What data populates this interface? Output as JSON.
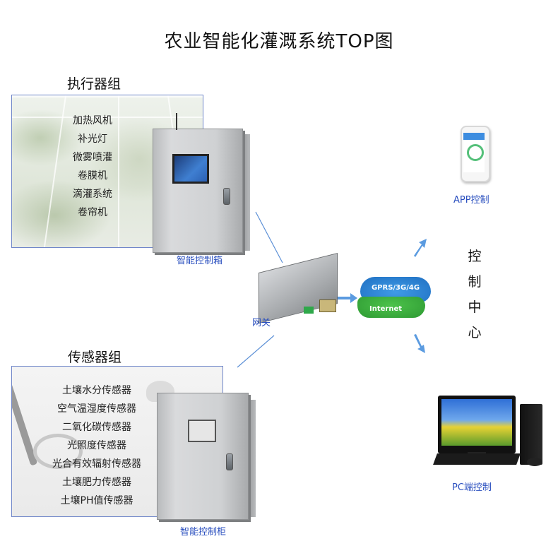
{
  "title": "农业智能化灌溉系统TOP图",
  "executor_group": {
    "label": "执行器组",
    "items": [
      "加热风机",
      "补光灯",
      "微雾喷灌",
      "卷膜机",
      "滴灌系统",
      "卷帘机"
    ]
  },
  "sensor_group": {
    "label": "传感器组",
    "items": [
      "土壤水分传感器",
      "空气温湿度传感器",
      "二氧化碳传感器",
      "光照度传感器",
      "光合有效辐射传感器",
      "土壤肥力传感器",
      "土壤PH值传感器"
    ]
  },
  "control_box_label": "智能控制箱",
  "control_cabinet_label": "智能控制柜",
  "gateway_label": "网关",
  "cloud": {
    "network_label": "GPRS/3G/4G",
    "internet_label": "Internet"
  },
  "app_label": "APP控制",
  "control_center": [
    "控",
    "制",
    "中",
    "心"
  ],
  "pc_label": "PC端控制",
  "colors": {
    "caption_blue": "#2a4fbf",
    "line_blue": "#5b8fd6",
    "panel_border": "#6f86c9"
  }
}
